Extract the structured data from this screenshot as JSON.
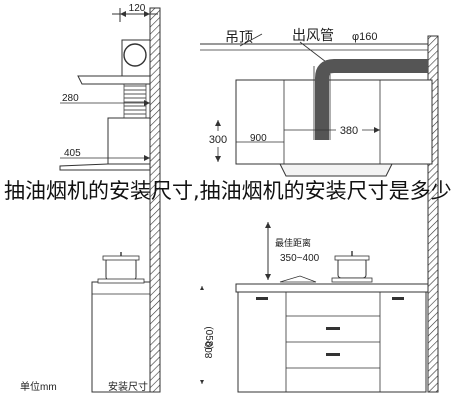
{
  "labels": {
    "top_width": "120",
    "left_height": "280",
    "left_depth": "405",
    "ceiling": "吊顶",
    "duct": "出风管",
    "diameter": "φ160",
    "cabinet_height": "300",
    "cabinet_width": "900",
    "cabinet_depth": "380",
    "clearance_label": "最佳距离",
    "clearance_range": "350~400",
    "counter_height_a": "(058)",
    "counter_height_b": "800",
    "caption_left": "安装尺寸",
    "caption_unit": "单位mm"
  },
  "overlay_text": "抽油烟机的安装尺寸,抽油烟机的安装尺寸是多少"
}
